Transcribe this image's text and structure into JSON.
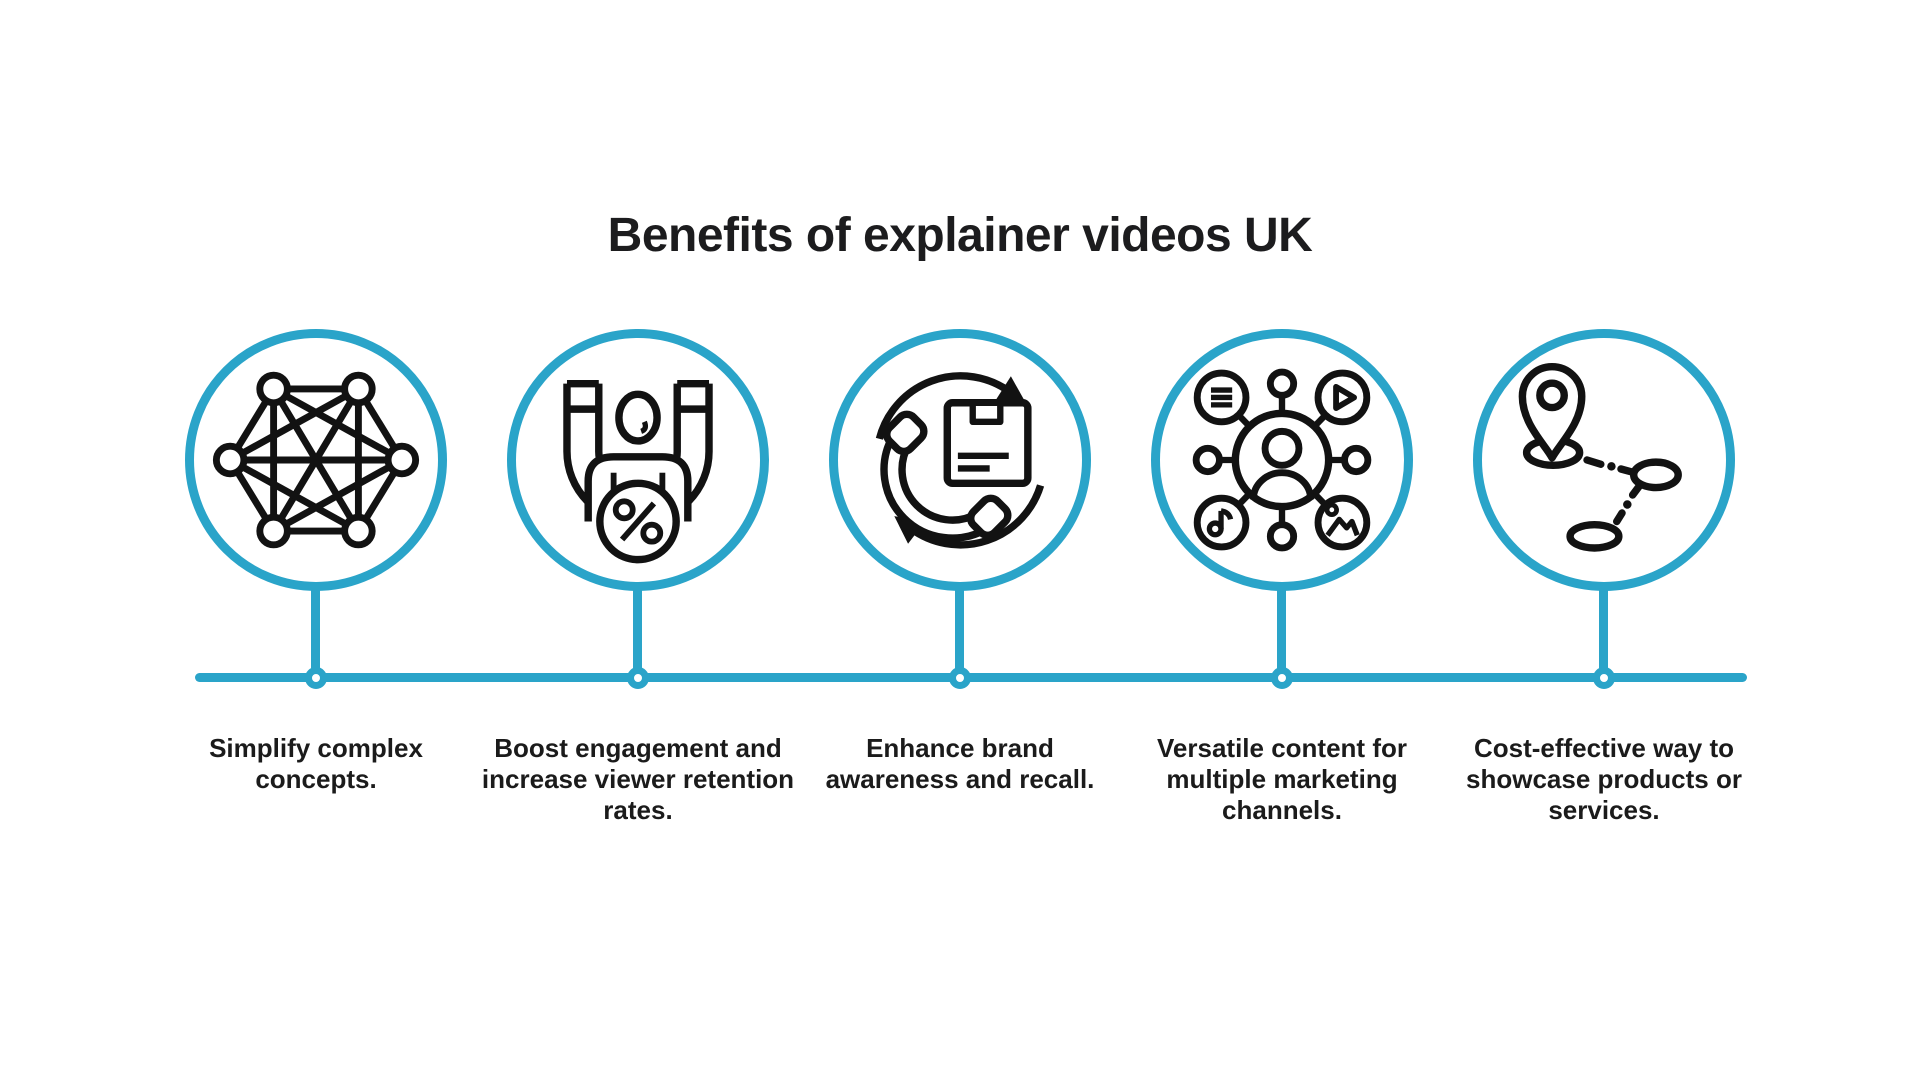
{
  "title": "Benefits of explainer videos UK",
  "colors": {
    "accent": "#2aa4c9",
    "icon_stroke": "#121212",
    "text": "#1b1b1b",
    "background": "#ffffff"
  },
  "timeline": {
    "node_count": 5
  },
  "items": [
    {
      "icon": "network-mesh-icon",
      "label": "Simplify complex\nconcepts."
    },
    {
      "icon": "magnet-audience-icon",
      "label": "Boost engagement and\nincrease viewer retention\nrates."
    },
    {
      "icon": "phone-package-cycle-icon",
      "label": "Enhance brand\nawareness and recall."
    },
    {
      "icon": "person-media-hub-icon",
      "label": "Versatile content for\nmultiple marketing\nchannels."
    },
    {
      "icon": "route-map-pin-icon",
      "label": "Cost-effective way to\nshowcase products or\nservices."
    }
  ]
}
